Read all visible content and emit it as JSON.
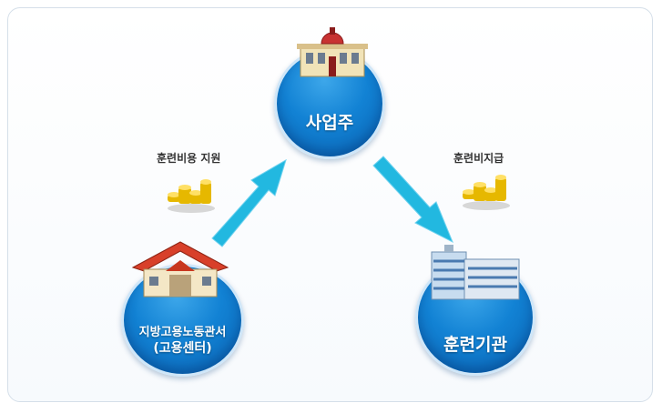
{
  "nodes": {
    "employer": {
      "label": "사업주"
    },
    "labor_office": {
      "line1": "지방고용노동관서",
      "line2": "(고용센터)"
    },
    "training_institution": {
      "label": "훈련기관"
    }
  },
  "edges": {
    "office_to_employer": {
      "label": "훈련비용 지원"
    },
    "employer_to_institution": {
      "label": "훈련비지급"
    }
  },
  "colors": {
    "circle": "#1282d4",
    "arrow": "#22b8e0",
    "frame_border": "#d5dfe9"
  },
  "icons": {
    "employer": "classical-building-icon",
    "labor_office": "house-icon",
    "training_institution": "office-building-icon",
    "money": "coin-stack-icon"
  }
}
